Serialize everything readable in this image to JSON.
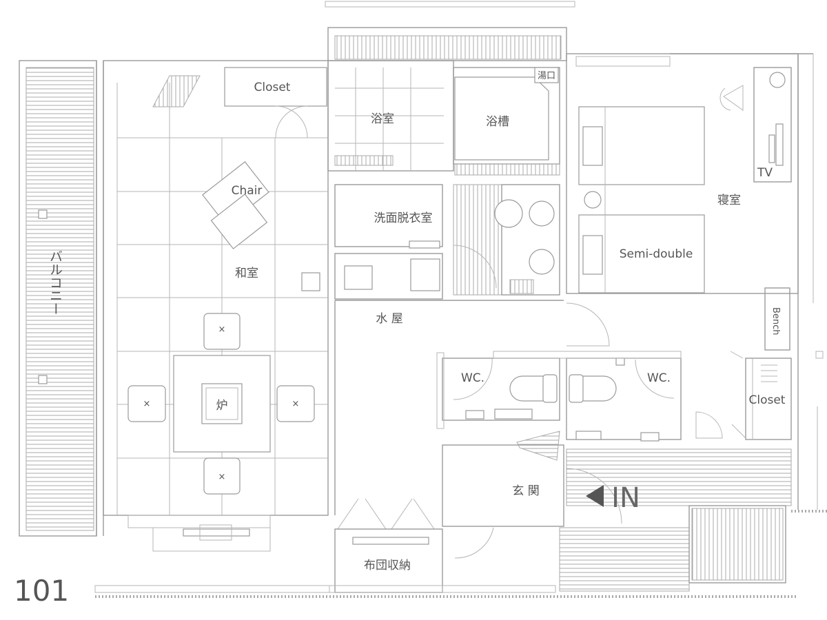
{
  "unit_number": "101",
  "entrance_mark": "IN",
  "rooms": {
    "washitsu": "和室",
    "balcony": "バルコニー",
    "closet_left": "Closet",
    "chair": "Chair",
    "hearth": "炉",
    "bathroom": "浴室",
    "bathtub": "浴槽",
    "hot_water_inlet": "湯口",
    "dressing_room": "洗面脱衣室",
    "mizuya": "水 屋",
    "wc_left": "WC.",
    "wc_right": "WC.",
    "genkan": "玄 関",
    "futon_storage": "布団収納",
    "bedroom": "寝室",
    "tv": "TV",
    "semi_double": "Semi-double",
    "bench": "Bench",
    "closet_right": "Closet"
  },
  "colors": {
    "line": "#9a9a9a",
    "text": "#555555"
  }
}
